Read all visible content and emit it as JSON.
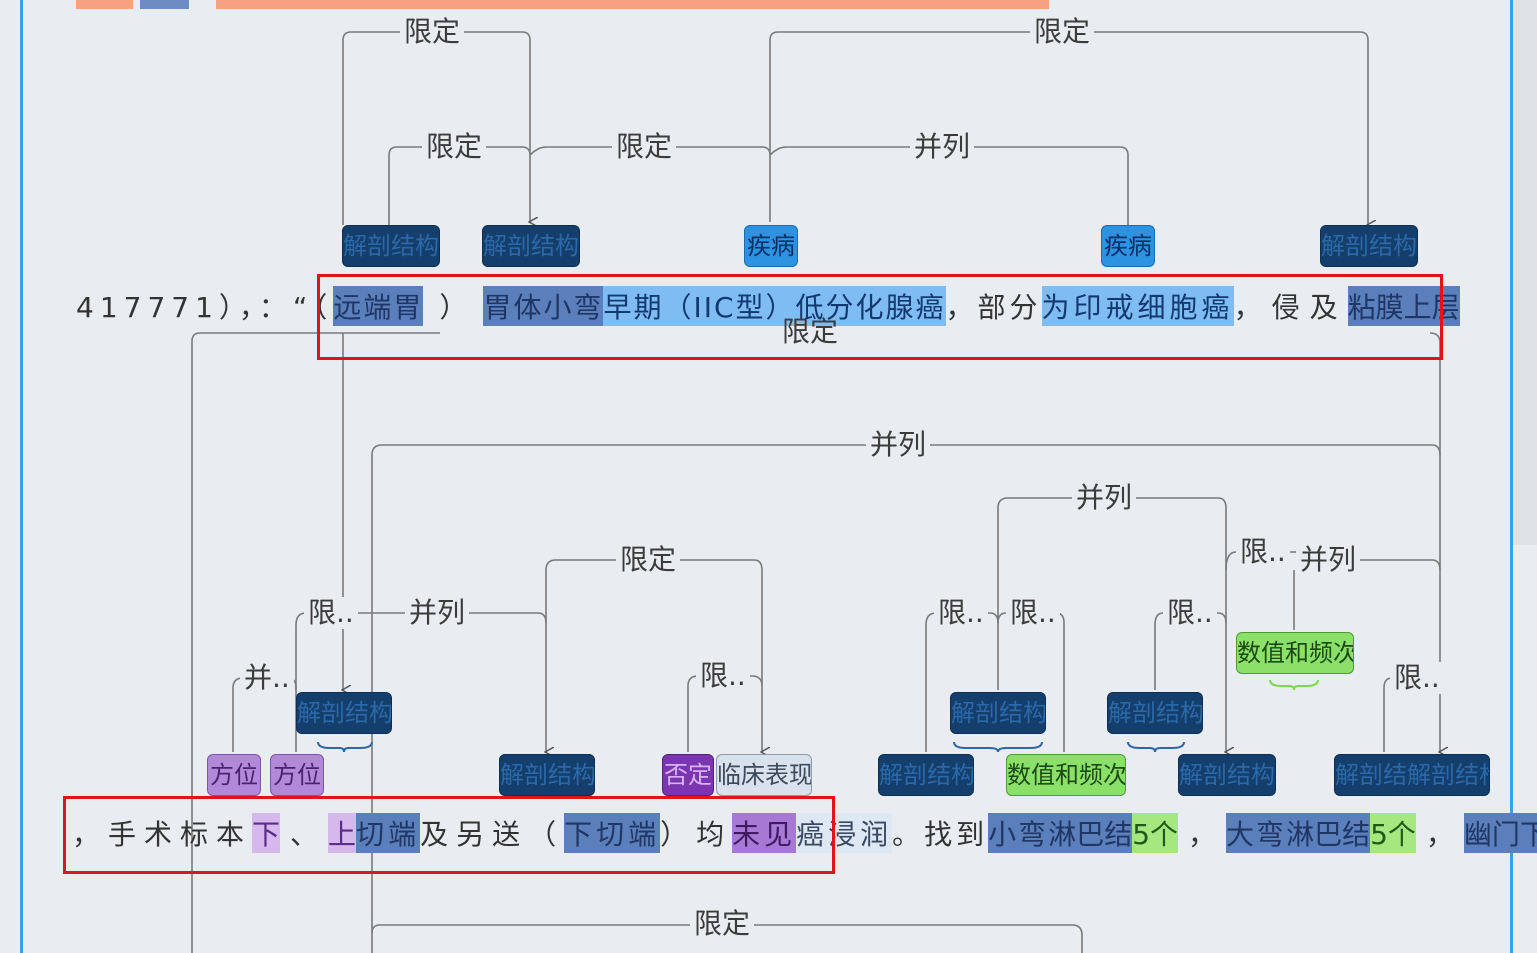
{
  "sentence1": {
    "prefix": "417771），：“（",
    "t_yuanduanwei": "远端胃",
    "close_paren": "）",
    "t_weiti": "胃体小弯",
    "t_zaoqi": "早期（IIC型）低分化腺癌",
    "comma1": "，部分",
    "t_yinjie": "为印戒细胞癌",
    "comma2": "，侵及",
    "t_nianmo": "粘膜上层"
  },
  "sentence2": {
    "p1": "，手术标本",
    "t_xia": "下",
    "dun": "、",
    "t_shang": "上",
    "t_qieduan": "切端",
    "p2": "及另送（",
    "t_xiaqieduan": "下切端",
    "p3": "）均",
    "t_weijian": "未见",
    "t_aijinrun": "癌浸润",
    "p4": "。找到",
    "t_xiaowan": "小弯",
    "t_linba1": "淋巴结",
    "t_5ge1": "5个",
    "p5": "，",
    "t_dawan": "大弯",
    "t_linba2": "淋巴结",
    "t_5ge2": "5个",
    "p6": "，",
    "t_youmen": "幽门",
    "t_xia2": "下"
  },
  "tags": {
    "anat": "解剖结构",
    "disease": "疾病",
    "number": "数值和频次",
    "direction": "方位",
    "negation": "否定",
    "clinical": "临床表现",
    "anat_overlap": "解剖结解剖结构"
  },
  "relations": {
    "qualify": "限定",
    "parallel": "并列",
    "qualify_short": "限..",
    "parallel_short": "并.."
  },
  "colors": {
    "anatomy": "#143f6c",
    "disease": "#2d92e0",
    "number": "#8be06a",
    "direction": "#b289d8",
    "negation": "#7c35b0",
    "clinical": "#d8e1ec",
    "highlight_box": "#e3131d",
    "frame_edge": "#3aa2e2"
  }
}
